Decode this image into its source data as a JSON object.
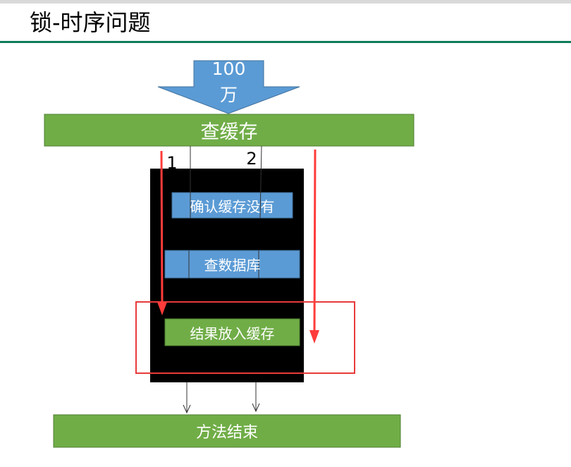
{
  "slide": {
    "title": "锁-时序问题"
  },
  "diagram": {
    "input_arrow": {
      "line1": "100",
      "line2": "万"
    },
    "query_cache": "查缓存",
    "thread_labels": [
      "1",
      "2"
    ],
    "steps": [
      "确认缓存没有",
      "查数据库",
      "结果放入缓存"
    ],
    "method_end": "方法结束"
  },
  "colors": {
    "green_box": "#70ad47",
    "blue_box": "#5b9bd5",
    "lock_block": "#000000",
    "red_arrow": "#ff3b3b",
    "red_highlight": "#e83a3a",
    "title_rule": "#0e7c5a"
  }
}
